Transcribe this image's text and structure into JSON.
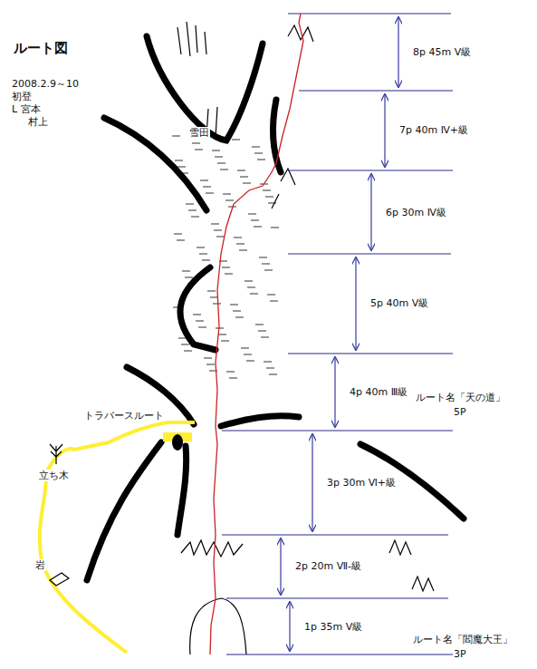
{
  "diagram": {
    "title": "ルート図",
    "labels": [
      "2008.2.9～10",
      "初登",
      "L 宮本",
      "村上",
      "雪田",
      "8p 45m Ⅴ級",
      "7p 40m Ⅳ+級",
      "6p 30m Ⅳ級",
      "5p 40m Ⅴ級",
      "4p 40m Ⅲ級",
      "3p 30m Ⅵ+級",
      "2p 20m Ⅶ-級",
      "1p 35m Ⅴ級",
      "トラバースルート",
      "ルート名「天の道」",
      "5P",
      "立ち木",
      "岩",
      "ルート名「閻魔大王」",
      "3P"
    ]
  }
}
